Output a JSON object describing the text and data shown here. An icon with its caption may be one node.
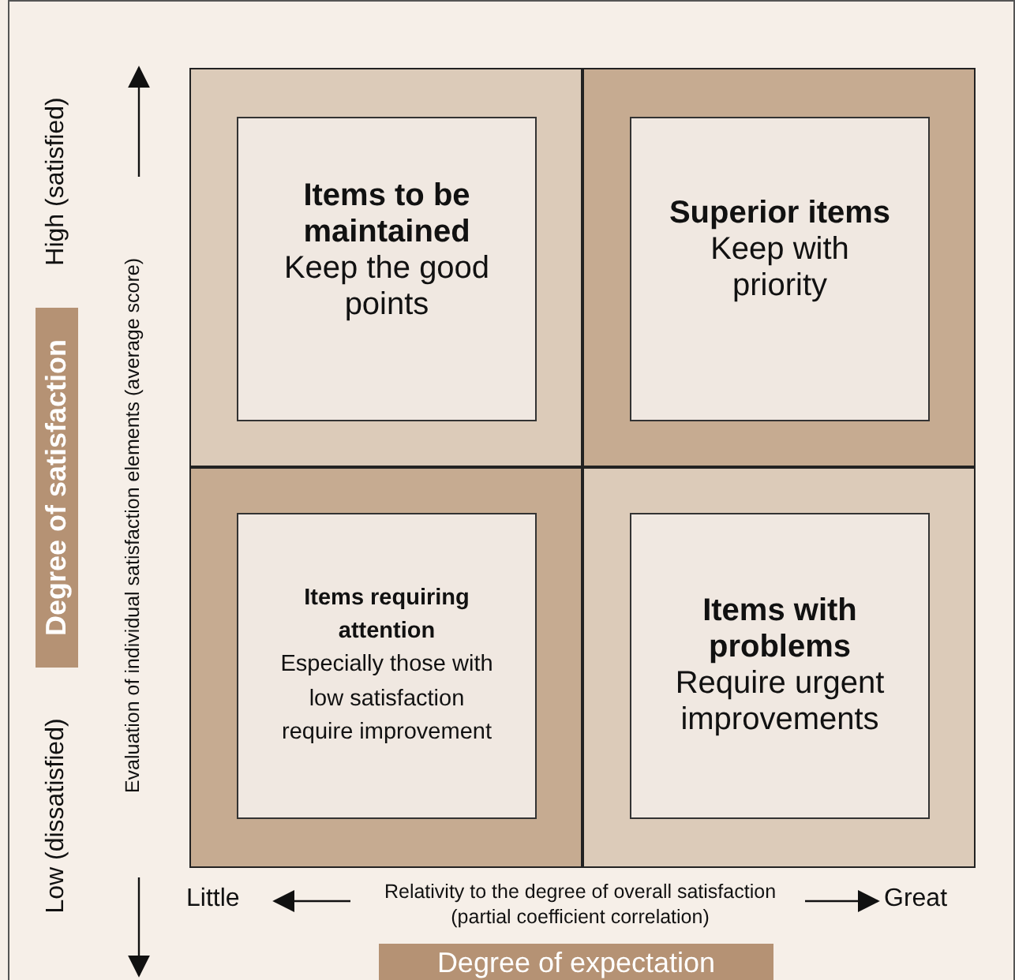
{
  "diagram": {
    "nodes": [
      {
        "text": [],
        "shape": "box"
      },
      {
        "text": [
          "Items to be maintained",
          "Keep the good points"
        ],
        "in": 0
      },
      {
        "text": [],
        "shape": "box"
      },
      {
        "text": [
          "Superior items",
          "Keep with priority"
        ],
        "in": 2
      },
      {
        "text": [],
        "shape": "box"
      },
      {
        "text": [
          "Items requiring attention",
          "Especially those with low satisfaction require improvement"
        ],
        "in": 4
      },
      {
        "text": [],
        "shape": "box"
      },
      {
        "text": [
          "Items with problems",
          "Require urgent improvements"
        ],
        "in": 6
      },
      {
        "text": [
          "Degree of satisfaction"
        ]
      },
      {
        "text": [
          "Degree of expectation"
        ]
      }
    ],
    "edges": [],
    "labels": [
      "High (satisfied)",
      "Low (dissatisfied)",
      "Evaluation of individual satisfaction elements (average score)",
      "Little",
      "Relativity to the degree of overall satisfaction (partial coefficient correlation)",
      "Great"
    ]
  }
}
